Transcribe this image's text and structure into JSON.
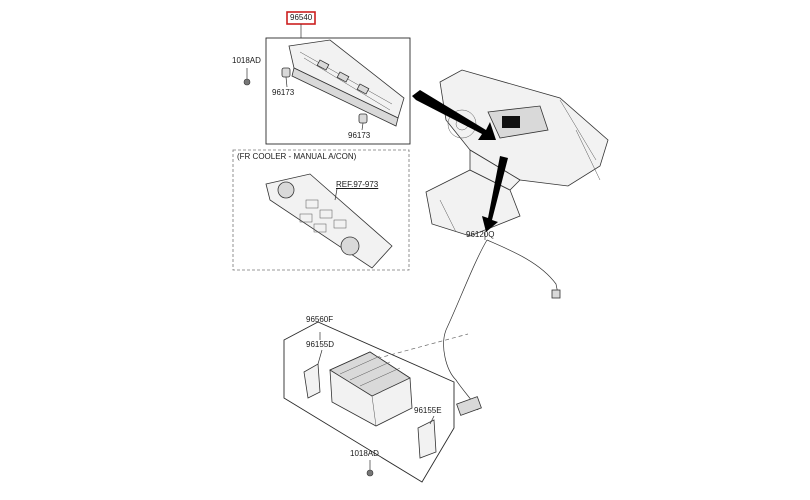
{
  "callouts": {
    "part_96540": "96540",
    "part_1018ad_top": "1018AD",
    "part_96173_a": "96173",
    "part_96173_b": "96173",
    "variant_note": "(FR COOLER - MANUAL A/CON)",
    "ref_label": "REF.97-973",
    "part_96120q": "96120Q",
    "part_96560f": "96560F",
    "part_96155d": "96155D",
    "part_96155e": "96155E",
    "part_1018ad_bottom": "1018AD"
  },
  "colors": {
    "highlight_box": "#cc1f1f",
    "line": "#333333"
  }
}
